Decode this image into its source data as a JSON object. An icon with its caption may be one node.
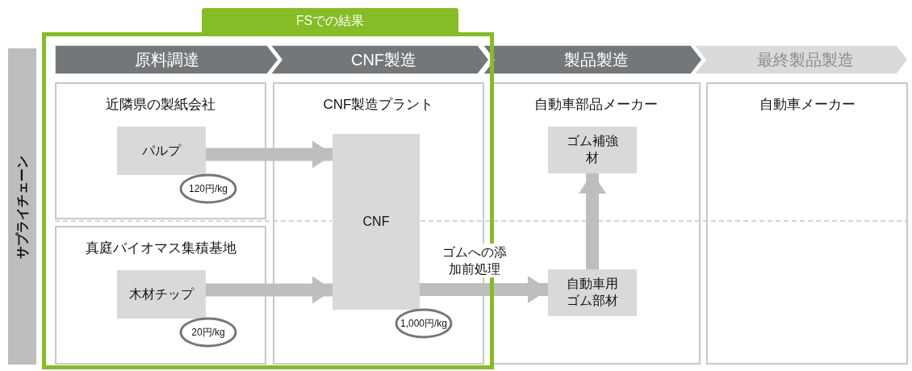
{
  "diagram": {
    "nodes": [
      {
        "text": [
          "FSでの結果"
        ]
      },
      {
        "text": [
          "サプライチェーン"
        ]
      },
      {
        "text": [
          "原料調達"
        ],
        "in": 0
      },
      {
        "text": [
          "CNF製造"
        ],
        "in": 0
      },
      {
        "text": [
          "製品製造"
        ]
      },
      {
        "text": [
          "最終製品製造"
        ]
      },
      {
        "text": [
          "近隣県の製紙会社"
        ],
        "in": 0
      },
      {
        "text": [
          "パルプ"
        ],
        "in": 6
      },
      {
        "text": [
          "120円/kg"
        ],
        "in": 6
      },
      {
        "text": [
          "真庭バイオマス集積基地"
        ],
        "in": 0
      },
      {
        "text": [
          "木材チップ"
        ],
        "in": 9
      },
      {
        "text": [
          "20円/kg"
        ],
        "in": 9
      },
      {
        "text": [
          "CNF製造プラント"
        ],
        "in": 0
      },
      {
        "text": [
          "CNF"
        ],
        "in": 12
      },
      {
        "text": [
          "1,000円/kg"
        ],
        "in": 12
      },
      {
        "text": [
          "自動車部品メーカー"
        ]
      },
      {
        "text": [
          "ゴム補強材"
        ],
        "in": 15
      },
      {
        "text": [
          "自動車用ゴム部材"
        ],
        "in": 15
      },
      {
        "text": [
          "自動車メーカー"
        ]
      }
    ],
    "edges": [
      {
        "from": 7,
        "to": 13,
        "arrow": "to"
      },
      {
        "from": 10,
        "to": 13,
        "arrow": "to"
      },
      {
        "from": 13,
        "to": 17,
        "label": "ゴムへの添加前処理",
        "arrow": "to"
      },
      {
        "from": 17,
        "to": 16,
        "arrow": "to"
      }
    ]
  }
}
